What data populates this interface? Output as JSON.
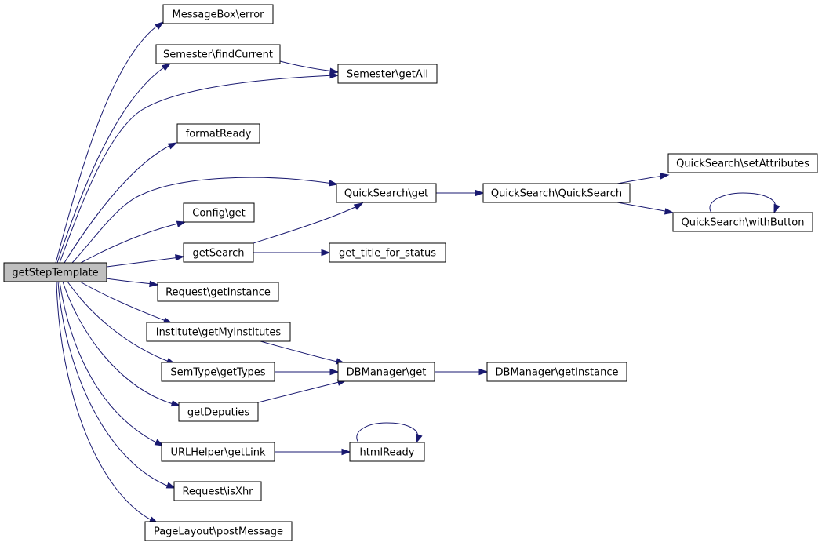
{
  "graph": {
    "root": "getStepTemplate",
    "nodes": [
      {
        "id": "getStepTemplate",
        "label": "getStepTemplate"
      },
      {
        "id": "msgbox_error",
        "label": "MessageBox\\error"
      },
      {
        "id": "sem_findCurrent",
        "label": "Semester\\findCurrent"
      },
      {
        "id": "sem_getAll",
        "label": "Semester\\getAll"
      },
      {
        "id": "formatReady",
        "label": "formatReady"
      },
      {
        "id": "qs_get",
        "label": "QuickSearch\\get"
      },
      {
        "id": "qs_ctor",
        "label": "QuickSearch\\QuickSearch"
      },
      {
        "id": "qs_setAttributes",
        "label": "QuickSearch\\setAttributes"
      },
      {
        "id": "qs_withButton",
        "label": "QuickSearch\\withButton"
      },
      {
        "id": "config_get",
        "label": "Config\\get"
      },
      {
        "id": "getSearch",
        "label": "getSearch"
      },
      {
        "id": "get_title_for_status",
        "label": "get_title_for_status"
      },
      {
        "id": "req_getInstance",
        "label": "Request\\getInstance"
      },
      {
        "id": "inst_getMyInstitutes",
        "label": "Institute\\getMyInstitutes"
      },
      {
        "id": "semtype_getTypes",
        "label": "SemType\\getTypes"
      },
      {
        "id": "dbm_get",
        "label": "DBManager\\get"
      },
      {
        "id": "dbm_getInstance",
        "label": "DBManager\\getInstance"
      },
      {
        "id": "getDeputies",
        "label": "getDeputies"
      },
      {
        "id": "urlhelper_getLink",
        "label": "URLHelper\\getLink"
      },
      {
        "id": "htmlReady",
        "label": "htmlReady"
      },
      {
        "id": "req_isXhr",
        "label": "Request\\isXhr"
      },
      {
        "id": "pagelayout_postMessage",
        "label": "PageLayout\\postMessage"
      }
    ],
    "edges": [
      {
        "from": "getStepTemplate",
        "to": "msgbox_error"
      },
      {
        "from": "getStepTemplate",
        "to": "sem_findCurrent"
      },
      {
        "from": "getStepTemplate",
        "to": "sem_getAll"
      },
      {
        "from": "getStepTemplate",
        "to": "formatReady"
      },
      {
        "from": "getStepTemplate",
        "to": "qs_get"
      },
      {
        "from": "getStepTemplate",
        "to": "config_get"
      },
      {
        "from": "getStepTemplate",
        "to": "getSearch"
      },
      {
        "from": "getStepTemplate",
        "to": "req_getInstance"
      },
      {
        "from": "getStepTemplate",
        "to": "inst_getMyInstitutes"
      },
      {
        "from": "getStepTemplate",
        "to": "semtype_getTypes"
      },
      {
        "from": "getStepTemplate",
        "to": "getDeputies"
      },
      {
        "from": "getStepTemplate",
        "to": "urlhelper_getLink"
      },
      {
        "from": "getStepTemplate",
        "to": "req_isXhr"
      },
      {
        "from": "getStepTemplate",
        "to": "pagelayout_postMessage"
      },
      {
        "from": "sem_findCurrent",
        "to": "sem_getAll"
      },
      {
        "from": "qs_get",
        "to": "qs_ctor"
      },
      {
        "from": "qs_ctor",
        "to": "qs_setAttributes"
      },
      {
        "from": "qs_ctor",
        "to": "qs_withButton"
      },
      {
        "from": "qs_withButton",
        "to": "qs_withButton"
      },
      {
        "from": "getSearch",
        "to": "qs_get"
      },
      {
        "from": "getSearch",
        "to": "get_title_for_status"
      },
      {
        "from": "inst_getMyInstitutes",
        "to": "dbm_get"
      },
      {
        "from": "semtype_getTypes",
        "to": "dbm_get"
      },
      {
        "from": "getDeputies",
        "to": "dbm_get"
      },
      {
        "from": "dbm_get",
        "to": "dbm_getInstance"
      },
      {
        "from": "urlhelper_getLink",
        "to": "htmlReady"
      },
      {
        "from": "htmlReady",
        "to": "htmlReady"
      }
    ]
  },
  "colors": {
    "edge": "#191970",
    "root_fill": "#bfbfbf",
    "node_fill": "#ffffff",
    "node_stroke": "#000000"
  }
}
